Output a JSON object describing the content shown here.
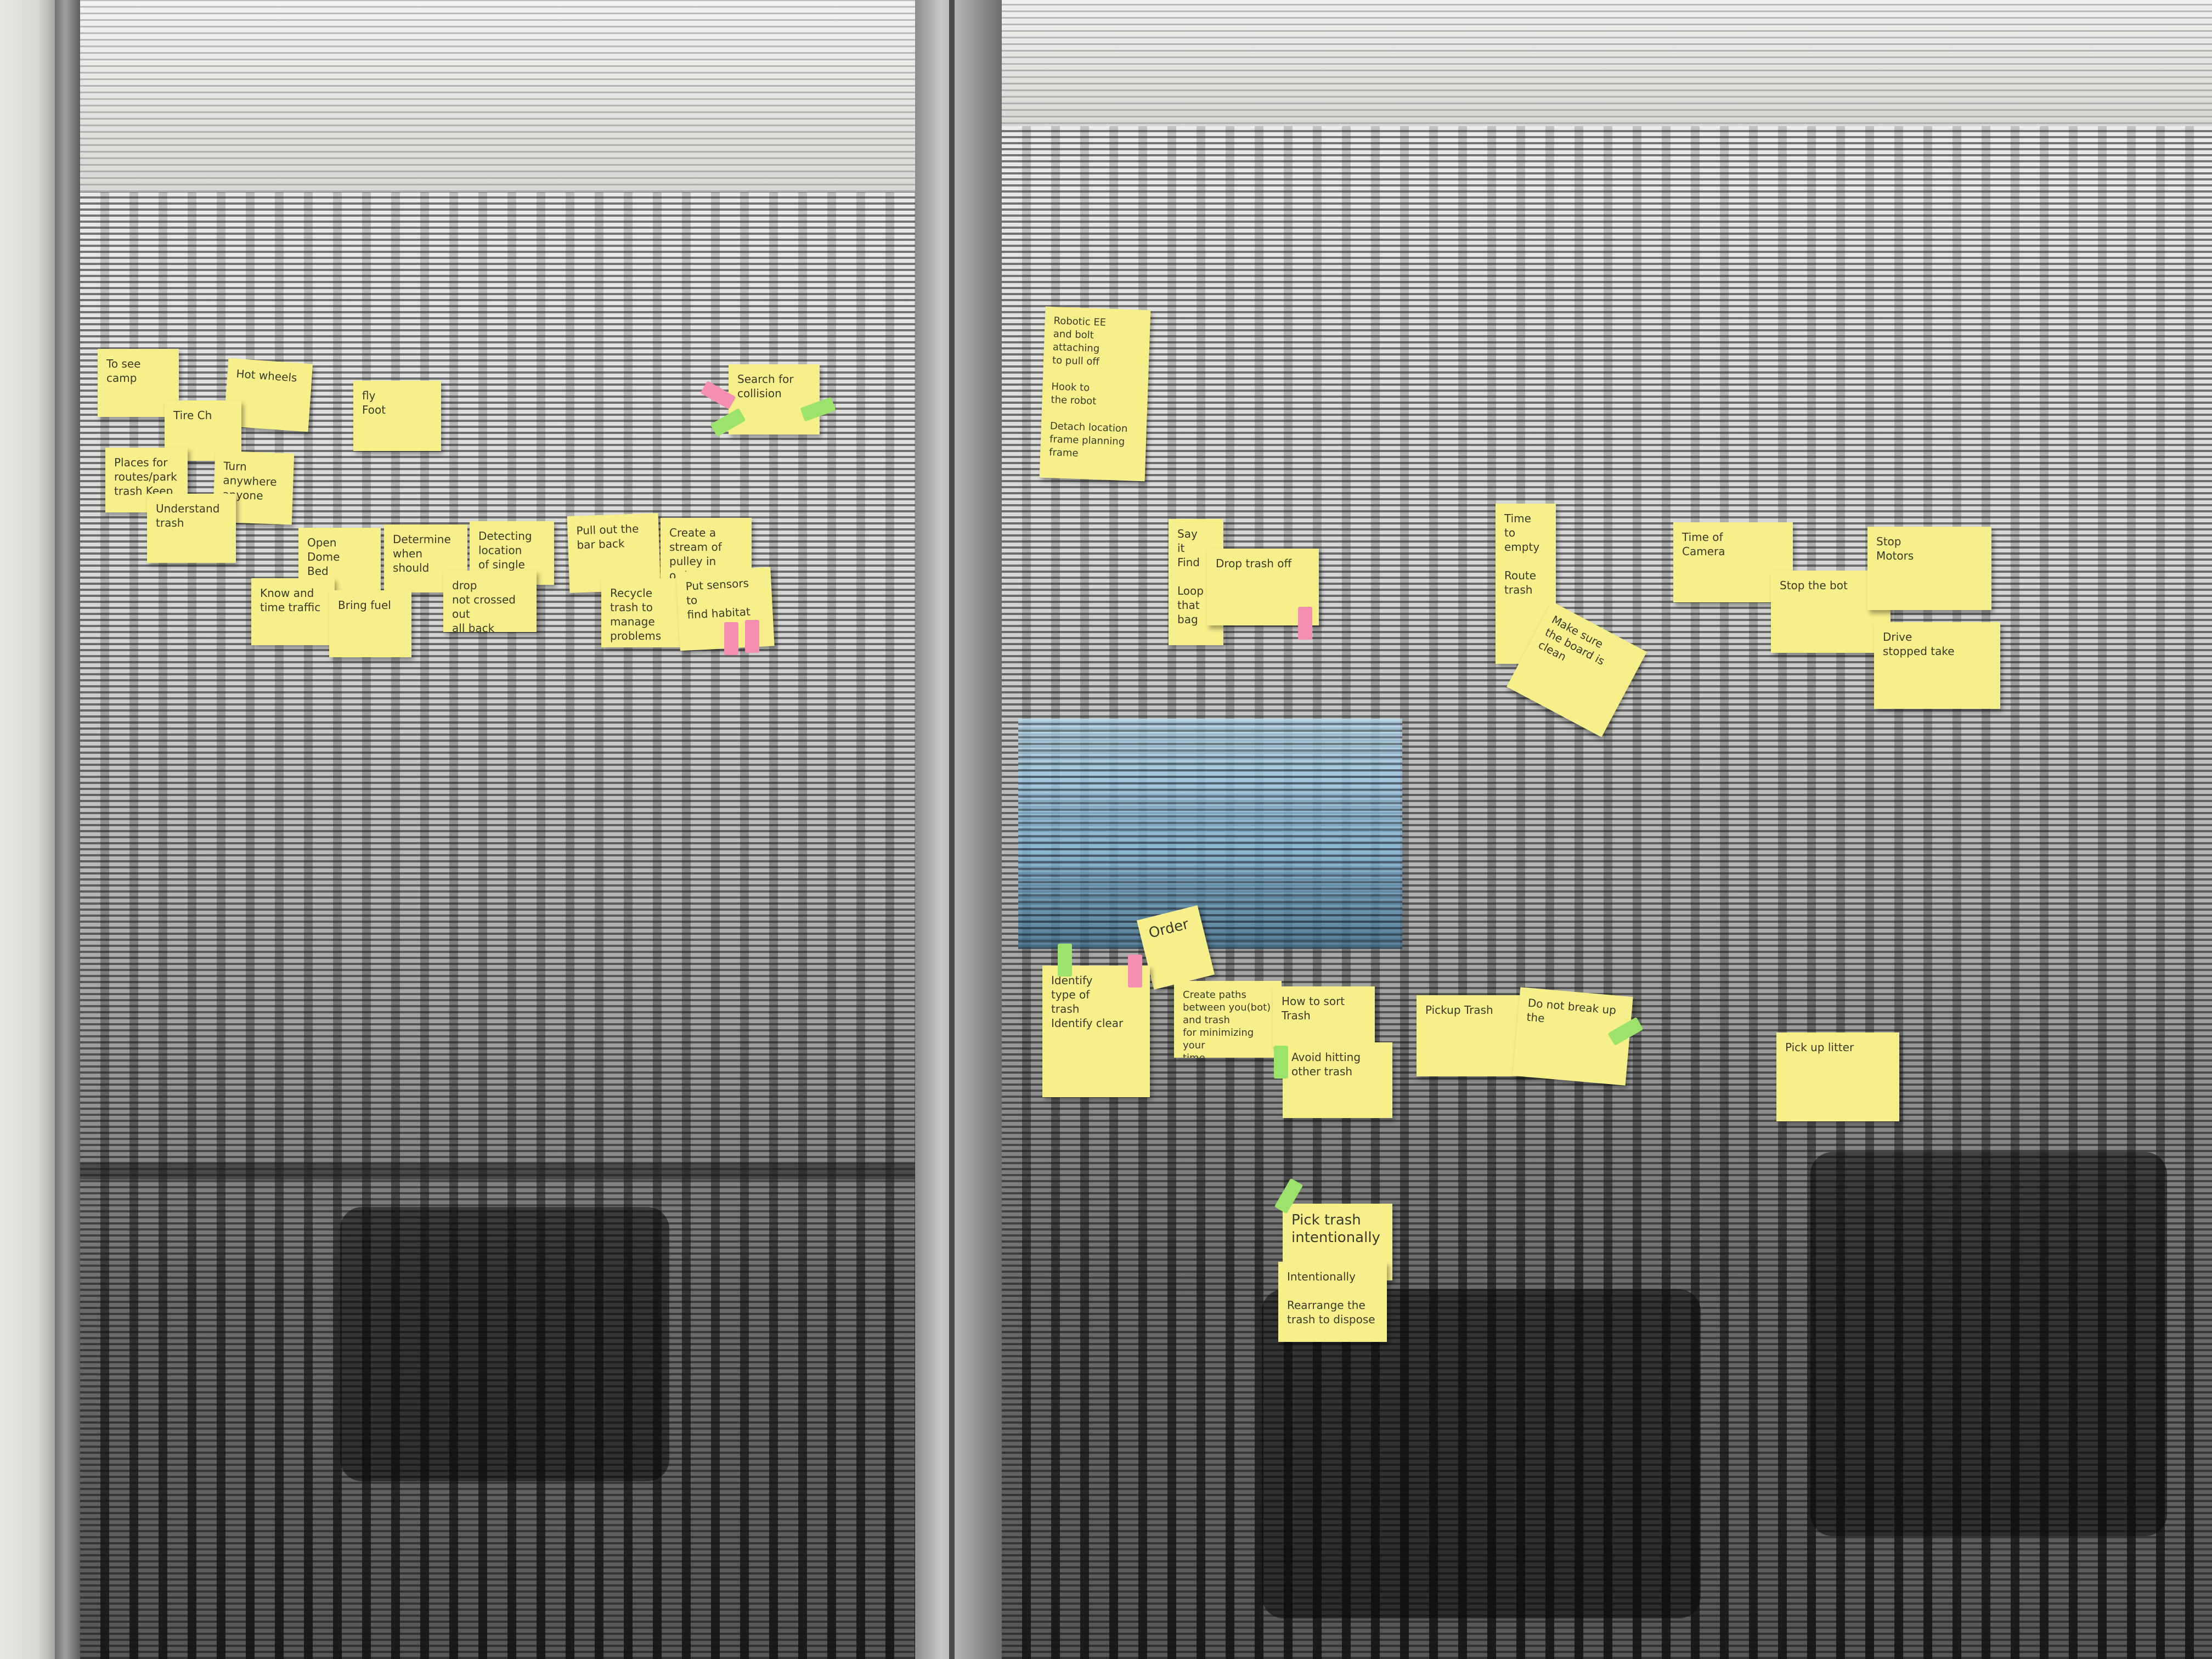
{
  "scene": {
    "description_type": "photograph",
    "colors": {
      "note_yellow": "#f7ef8a",
      "flag_pink": "#f48fb1",
      "flag_green": "#9be36a",
      "frame_metal": "#9fa1a2"
    }
  },
  "notes": [
    {
      "id": "n1",
      "text": "To see\ncamp"
    },
    {
      "id": "n2",
      "text": "Hot wheels"
    },
    {
      "id": "n3",
      "text": "Tire Ch"
    },
    {
      "id": "n4",
      "text": "fly\nFoot"
    },
    {
      "id": "n5",
      "text": "Places for\nroutes/park\ntrash   Keep"
    },
    {
      "id": "n6",
      "text": "Turn anywhere\nanyone"
    },
    {
      "id": "n7",
      "text": "Understand\ntrash"
    },
    {
      "id": "n8",
      "text": "Open Dome\nBed"
    },
    {
      "id": "n9",
      "text": "Determine when\nshould"
    },
    {
      "id": "n10",
      "text": "Detecting location\nof single use"
    },
    {
      "id": "n11",
      "text": "Pull out the\nbar back"
    },
    {
      "id": "n12",
      "text": "Create a stream of\npulley in order\nto reduce\nmechanisms"
    },
    {
      "id": "n13",
      "text": "Know and\ntime traffic"
    },
    {
      "id": "n14",
      "text": "Bring fuel"
    },
    {
      "id": "n15",
      "text": "drop\nnot crossed out\nall back across\ntime"
    },
    {
      "id": "n16",
      "text": "Recycle\ntrash to\nmanage\nproblems"
    },
    {
      "id": "n17",
      "text": "Put sensors to\nfind habitat"
    },
    {
      "id": "n18",
      "text": "Search for\ncollision"
    },
    {
      "id": "n19",
      "text": "Robotic EE\nand bolt attaching\nto pull off\n\nHook to\nthe robot\n\nDetach location\nframe planning\nframe"
    },
    {
      "id": "n20",
      "text": "Say\nit\nFind\n\nLoop\nthat\nbag"
    },
    {
      "id": "n21",
      "text": "Drop trash off"
    },
    {
      "id": "n22",
      "text": "Time\nto\nempty\n\nRoute\ntrash"
    },
    {
      "id": "n23",
      "text": "Make sure\nthe board is\nclean"
    },
    {
      "id": "n24",
      "text": "Time of\nCamera"
    },
    {
      "id": "n25",
      "text": "Stop the bot"
    },
    {
      "id": "n26",
      "text": "Stop\nMotors"
    },
    {
      "id": "n27",
      "text": "Drive\nstopped take"
    },
    {
      "id": "n28",
      "text": "Order"
    },
    {
      "id": "n29",
      "text": "Identify\ntype of\ntrash\nIdentify clear"
    },
    {
      "id": "n30",
      "text": "Create paths\nbetween you(bot)\nand trash\nfor minimizing your\ntime"
    },
    {
      "id": "n31",
      "text": "How to sort\nTrash"
    },
    {
      "id": "n32",
      "text": "Avoid hitting\nother trash"
    },
    {
      "id": "n33",
      "text": "Pickup Trash"
    },
    {
      "id": "n34",
      "text": "Do not break up\nthe"
    },
    {
      "id": "n35",
      "text": "Pick up litter"
    },
    {
      "id": "n36",
      "text": "Pick trash\nintentionally"
    },
    {
      "id": "n37",
      "text": "Intentionally\n\nRearrange the\ntrash to dispose"
    }
  ]
}
